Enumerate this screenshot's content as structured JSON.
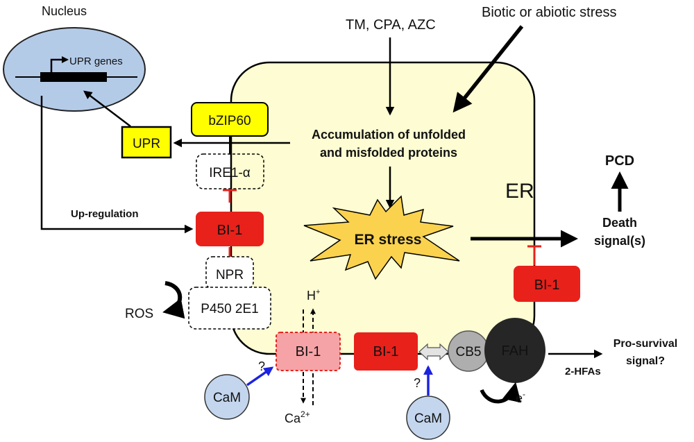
{
  "labels": {
    "nucleus": "Nucleus",
    "upr_genes": "UPR genes",
    "tm_cpa_azc": "TM, CPA, AZC",
    "biotic_stress": "Biotic or abiotic stress",
    "bzip60": "bZIP60",
    "upr": "UPR",
    "accumulation_line1": "Accumulation of unfolded",
    "accumulation_line2": "and misfolded proteins",
    "ire1": "IRE1-α",
    "up_regulation": "Up-regulation",
    "bi1": "BI-1",
    "er": "ER",
    "pcd": "PCD",
    "er_stress": "ER stress",
    "death_line1": "Death",
    "death_line2": "signal(s)",
    "npr": "NPR",
    "ros": "ROS",
    "p450": "P450 2E1",
    "h_plus": "H",
    "h_sup": "+",
    "question": "?",
    "cam": "CaM",
    "ca": "Ca",
    "ca_sup": "2+",
    "cb5": "CB5",
    "fah": "FAH",
    "pro_survival_line1": "Pro-survival",
    "pro_survival_line2": "signal?",
    "two_hfas": "2-HFAs",
    "electron": "e",
    "electron_sup": "-"
  },
  "colors": {
    "er_fill": "#fdfcd2",
    "nucleus_fill": "#b4cbe8",
    "yellow_box": "#ffff00",
    "bi1_red": "#e8211b",
    "bi1_pink": "#f6a3a7",
    "inhibition": "#e8211b",
    "cam_fill": "#c3d6ee",
    "cam_arrow": "#1b22e0",
    "burst_fill": "#fad24e",
    "cb5_fill": "#aeaeae",
    "fah_fill": "#262626"
  }
}
